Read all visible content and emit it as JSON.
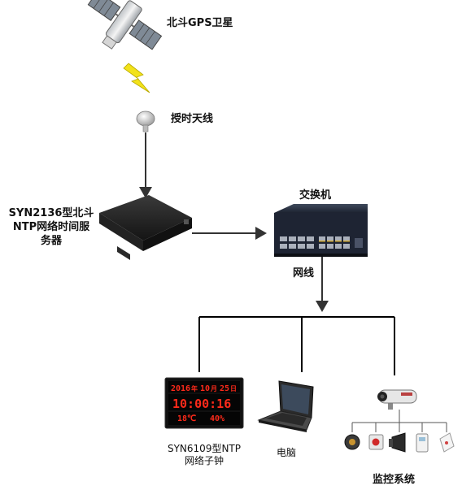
{
  "labels": {
    "satellite": "北斗GPS卫星",
    "antenna": "授时天线",
    "server_line1": "SYN2136型北斗",
    "server_line2": "NTP网络时间服",
    "server_line3": "务器",
    "switch": "交换机",
    "network_cable": "网线",
    "clock_line1": "SYN6109型NTP",
    "clock_line2": "网络子钟",
    "computer": "电脑",
    "monitoring": "监控系统"
  },
  "clock_display": {
    "year": "2016",
    "year_unit": "年",
    "month": "10",
    "month_unit": "月",
    "day": "25",
    "day_unit": "日",
    "time": "10:00:16",
    "temperature": "18℃",
    "humidity": "40%"
  },
  "colors": {
    "led_red": "#ff2a1a",
    "lightning_yellow": "#f2e21a",
    "device_dark": "#1a1a1a",
    "line_black": "#000000"
  }
}
